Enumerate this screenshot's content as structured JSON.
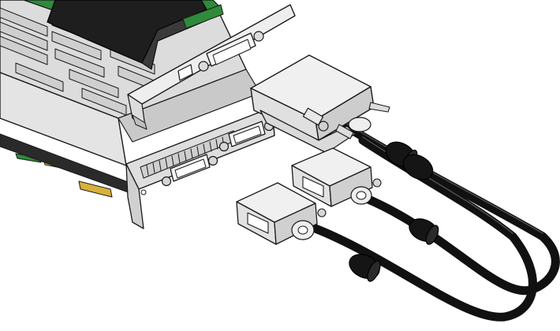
{
  "figure": {
    "kind": "technical-illustration",
    "colors": {
      "background": "#ffffff",
      "outline": "#1a1a1a",
      "metal_light": "#e9e9e9",
      "metal_mid": "#cfcfcf",
      "metal_dark": "#9a9a9a",
      "pcb_green": "#2f8a3a",
      "pcb_dark": "#222222",
      "gold_contacts": "#d8b13a",
      "cable_black": "#111111"
    },
    "components": [
      {
        "name": "graphics-card",
        "icon": "graphics-card-icon"
      },
      {
        "name": "dual-link-cable-head",
        "icon": "multi-connector-icon"
      },
      {
        "name": "dvi-breakout-connector-1",
        "icon": "dvi-plug-icon"
      },
      {
        "name": "dvi-breakout-connector-2",
        "icon": "dvi-plug-icon"
      },
      {
        "name": "breakout-cables",
        "icon": "cable-icon"
      }
    ]
  }
}
